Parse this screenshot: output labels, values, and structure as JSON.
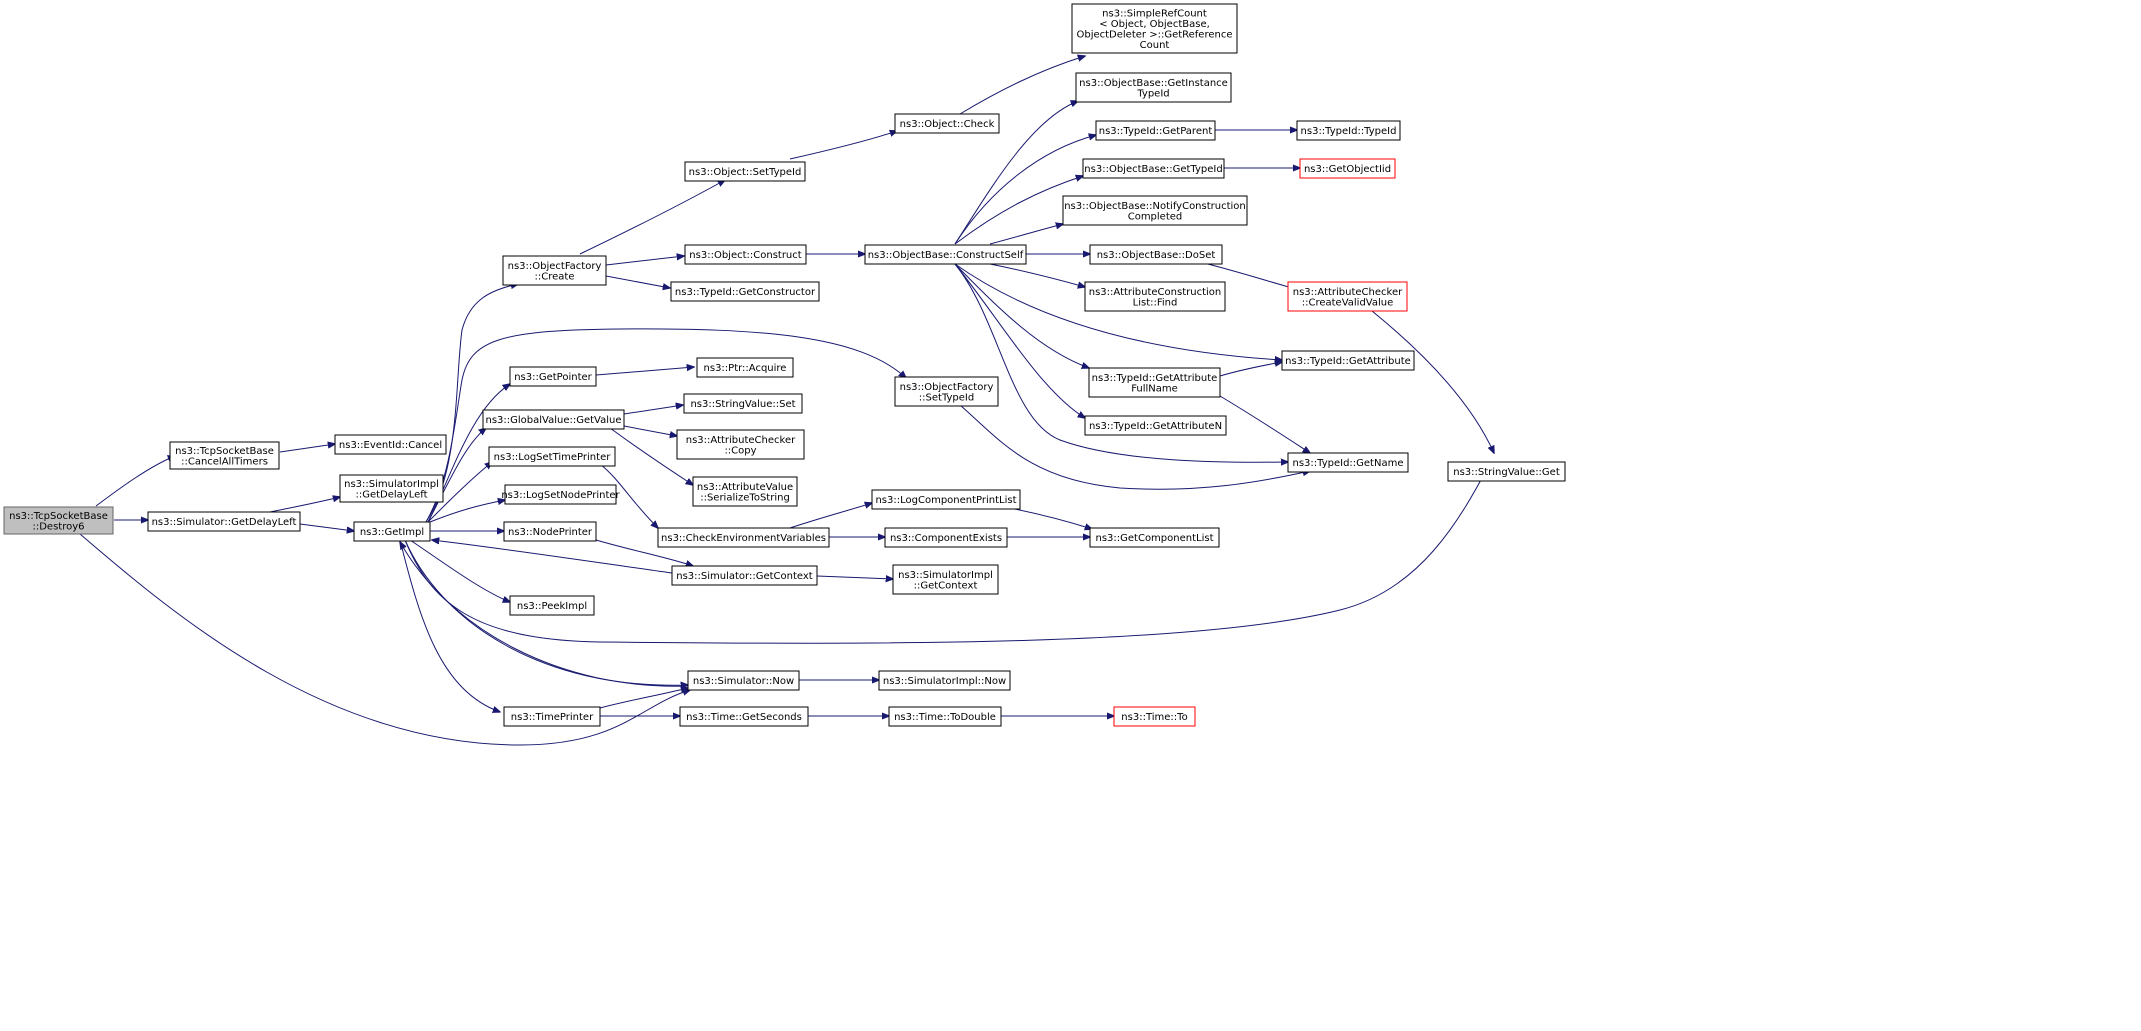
{
  "colors": {
    "edge": "#191970",
    "node_border": "#000000",
    "root_fill": "#bfbfbf",
    "root_border": "#666666",
    "truncated_border": "#ff0000"
  },
  "nodes": {
    "destroy6": [
      "ns3::TcpSocketBase",
      "::Destroy6"
    ],
    "cancelalltimers": [
      "ns3::TcpSocketBase",
      "::CancelAllTimers"
    ],
    "eventid_cancel": [
      "ns3::EventId::Cancel"
    ],
    "simimpl_getdelayleft": [
      "ns3::SimulatorImpl",
      "::GetDelayLeft"
    ],
    "sim_getdelayleft": [
      "ns3::Simulator::GetDelayLeft"
    ],
    "getimpl": [
      "ns3::GetImpl"
    ],
    "objectfactory_create": [
      "ns3::ObjectFactory",
      "::Create"
    ],
    "object_settypeid": [
      "ns3::Object::SetTypeId"
    ],
    "object_check": [
      "ns3::Object::Check"
    ],
    "simplerefcount": [
      "ns3::SimpleRefCount",
      "< Object, ObjectBase,",
      "ObjectDeleter >::GetReference",
      "Count"
    ],
    "object_construct": [
      "ns3::Object::Construct"
    ],
    "typeid_getconstructor": [
      "ns3::TypeId::GetConstructor"
    ],
    "constructself": [
      "ns3::ObjectBase::ConstructSelf"
    ],
    "getinstancetypeid": [
      "ns3::ObjectBase::GetInstance",
      "TypeId"
    ],
    "typeid_getparent": [
      "ns3::TypeId::GetParent"
    ],
    "typeid_typeid": [
      "ns3::TypeId::TypeId"
    ],
    "objectbase_gettypeid": [
      "ns3::ObjectBase::GetTypeId"
    ],
    "getobjectiid": [
      "ns3::GetObjectIid"
    ],
    "notifyconstruction": [
      "ns3::ObjectBase::NotifyConstruction",
      "Completed"
    ],
    "objectbase_doset": [
      "ns3::ObjectBase::DoSet"
    ],
    "checker_createvalid": [
      "ns3::AttributeChecker",
      "::CreateValidValue"
    ],
    "attrconstruction_find": [
      "ns3::AttributeConstruction",
      "List::Find"
    ],
    "typeid_getattribute": [
      "ns3::TypeId::GetAttribute"
    ],
    "typeid_getattrfullname": [
      "ns3::TypeId::GetAttribute",
      "FullName"
    ],
    "typeid_getattributen": [
      "ns3::TypeId::GetAttributeN"
    ],
    "typeid_getname": [
      "ns3::TypeId::GetName"
    ],
    "stringvalue_get": [
      "ns3::StringValue::Get"
    ],
    "objectfactory_settypeid": [
      "ns3::ObjectFactory",
      "::SetTypeId"
    ],
    "getpointer": [
      "ns3::GetPointer"
    ],
    "ptr_acquire": [
      "ns3::Ptr::Acquire"
    ],
    "globalvalue_getvalue": [
      "ns3::GlobalValue::GetValue"
    ],
    "stringvalue_set": [
      "ns3::StringValue::Set"
    ],
    "checker_copy": [
      "ns3::AttributeChecker",
      "::Copy"
    ],
    "attrvalue_serialize": [
      "ns3::AttributeValue",
      "::SerializeToString"
    ],
    "logsettimeprinter": [
      "ns3::LogSetTimePrinter"
    ],
    "logsetnodeprinter": [
      "ns3::LogSetNodePrinter"
    ],
    "checkenvvars": [
      "ns3::CheckEnvironmentVariables"
    ],
    "logcomponentprintlist": [
      "ns3::LogComponentPrintList"
    ],
    "componentexists": [
      "ns3::ComponentExists"
    ],
    "getcomponentlist": [
      "ns3::GetComponentList"
    ],
    "nodeprinter": [
      "ns3::NodePrinter"
    ],
    "sim_getcontext": [
      "ns3::Simulator::GetContext"
    ],
    "simimpl_getcontext": [
      "ns3::SimulatorImpl",
      "::GetContext"
    ],
    "peekimpl": [
      "ns3::PeekImpl"
    ],
    "sim_now": [
      "ns3::Simulator::Now"
    ],
    "simimpl_now": [
      "ns3::SimulatorImpl::Now"
    ],
    "timeprinter": [
      "ns3::TimePrinter"
    ],
    "time_getseconds": [
      "ns3::Time::GetSeconds"
    ],
    "time_todouble": [
      "ns3::Time::ToDouble"
    ],
    "time_to": [
      "ns3::Time::To"
    ]
  }
}
